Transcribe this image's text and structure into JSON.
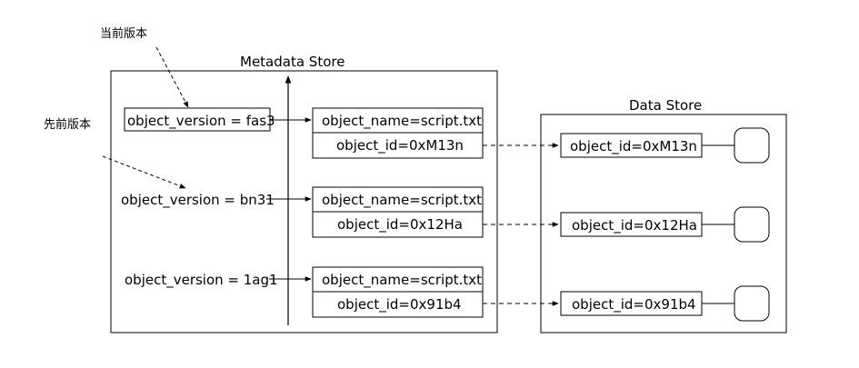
{
  "labels": {
    "current_version": "当前版本",
    "previous_version": "先前版本"
  },
  "metadata_store": {
    "title": "Metadata Store",
    "versions": [
      {
        "version": "object_version = fas3",
        "object_name": "object_name=script.txt",
        "object_id": "object_id=0xM13n"
      },
      {
        "version": "object_version = bn31",
        "object_name": "object_name=script.txt",
        "object_id": "object_id=0x12Ha"
      },
      {
        "version": "object_version = 1ag1",
        "object_name": "object_name=script.txt",
        "object_id": "object_id=0x91b4"
      }
    ]
  },
  "data_store": {
    "title": "Data Store",
    "objects": [
      {
        "object_id": "object_id=0xM13n"
      },
      {
        "object_id": "object_id=0x12Ha"
      },
      {
        "object_id": "object_id=0x91b4"
      }
    ]
  },
  "colors": {
    "stroke": "#000000",
    "background": "#ffffff"
  }
}
